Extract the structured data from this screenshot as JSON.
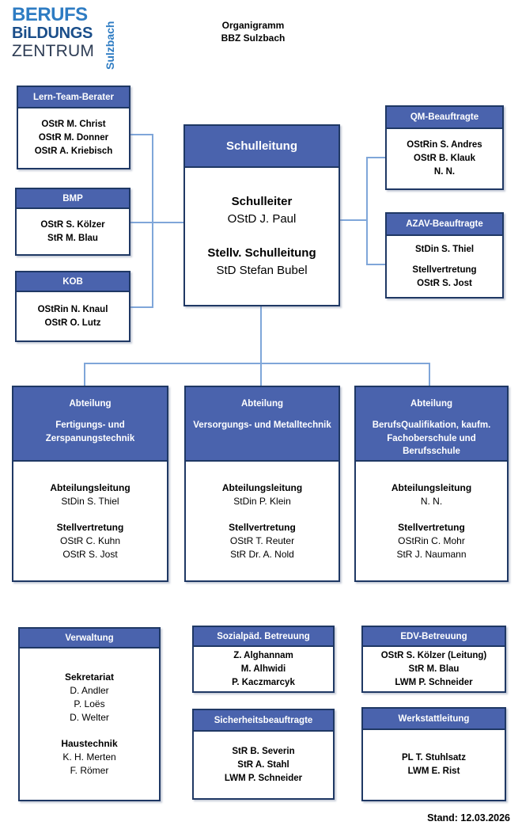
{
  "meta": {
    "title_line1": "Organigramm",
    "title_line2": "BBZ Sulzbach",
    "stand": "Stand: 12.03.2026"
  },
  "logo": {
    "line1": "BERUFS",
    "line2": "BiLDUNGS",
    "line3": "ZENTRUM",
    "side": "Sulzbach"
  },
  "colors": {
    "header_fill": "#4A63AD",
    "box_border": "#1F3864",
    "connector": "#7FA6D9",
    "logo_bright": "#2E7CC3",
    "logo_dark": "#1A4E8A",
    "logo_navy": "#2E3D55"
  },
  "boxes": {
    "ltb": {
      "title": "Lern-Team-Berater",
      "members": [
        "OStR M. Christ",
        "OStR M. Donner",
        "OStR A. Kriebisch"
      ]
    },
    "bmp": {
      "title": "BMP",
      "members": [
        "OStR S. Kölzer",
        "StR M. Blau"
      ]
    },
    "kob": {
      "title": "KOB",
      "members": [
        "OStRin N. Knaul",
        "OStR O. Lutz"
      ]
    },
    "schulleitung": {
      "title": "Schulleitung",
      "role1": "Schulleiter",
      "name1": "OStD J. Paul",
      "role2": "Stellv. Schulleitung",
      "name2": "StD Stefan Bubel"
    },
    "qm": {
      "title": "QM-Beauftragte",
      "members": [
        "OStRin S. Andres",
        "OStR B. Klauk",
        "N. N."
      ]
    },
    "azav": {
      "title": "AZAV-Beauftragte",
      "member": "StDin S. Thiel",
      "deputy_label": "Stellvertretung",
      "deputy": "OStR S. Jost"
    },
    "abt1": {
      "title": "Abteilung",
      "subtitle": "Fertigungs- und Zerspanungstechnik",
      "lead_label": "Abteilungsleitung",
      "lead": "StDin S. Thiel",
      "deputy_label": "Stellvertretung",
      "deputies": [
        "OStR C. Kuhn",
        "OStR S. Jost"
      ]
    },
    "abt2": {
      "title": "Abteilung",
      "subtitle": "Versorgungs- und Metalltechnik",
      "lead_label": "Abteilungsleitung",
      "lead": "StDin P. Klein",
      "deputy_label": "Stellvertretung",
      "deputies": [
        "OStR T. Reuter",
        "StR Dr. A. Nold"
      ]
    },
    "abt3": {
      "title": "Abteilung",
      "subtitle": "BerufsQualifikation, kaufm. Fachoberschule und Berufsschule",
      "lead_label": "Abteilungsleitung",
      "lead": "N. N.",
      "deputy_label": "Stellvertretung",
      "deputies": [
        "OStRin C. Mohr",
        "StR J. Naumann"
      ]
    },
    "verwaltung": {
      "title": "Verwaltung",
      "group1_label": "Sekretariat",
      "group1": [
        "D. Andler",
        "P. Loës",
        "D. Welter"
      ],
      "group2_label": "Haustechnik",
      "group2": [
        "K. H. Merten",
        "F. Römer"
      ]
    },
    "sozial": {
      "title": "Sozialpäd. Betreuung",
      "members": [
        "Z. Alghannam",
        "M. Alhwidi",
        "P. Kaczmarcyk"
      ]
    },
    "sicherheit": {
      "title": "Sicherheitsbeauftragte",
      "members": [
        "StR B. Severin",
        "StR A. Stahl",
        "LWM P. Schneider"
      ]
    },
    "edv": {
      "title": "EDV-Betreuung",
      "members": [
        "OStR S. Kölzer (Leitung)",
        "StR M. Blau",
        "LWM P. Schneider"
      ]
    },
    "werkstatt": {
      "title": "Werkstattleitung",
      "members": [
        "PL T. Stuhlsatz",
        "LWM E. Rist"
      ]
    }
  }
}
